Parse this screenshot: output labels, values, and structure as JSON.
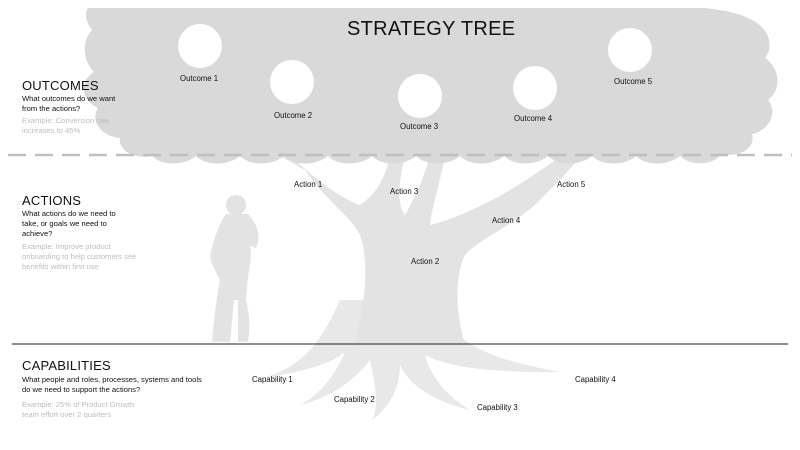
{
  "title": "STRATEGY TREE",
  "sections": {
    "outcomes": {
      "heading": "OUTCOMES",
      "question": "What outcomes do we want from the actions?",
      "example": "Example: Conversion rate increases to 45%"
    },
    "actions": {
      "heading": "ACTIONS",
      "question": "What actions do we need to take, or goals we need to achieve?",
      "example": "Example: Improve product onboarding to help customers see benefits within first use"
    },
    "capabilities": {
      "heading": "CAPABILITIES",
      "question": "What people and roles, processes, systems and tools do we need to support the actions?",
      "example": "Example: 25% of Product Growth team effort over 2 quarters"
    }
  },
  "outcomes": [
    "Outcome 1",
    "Outcome 2",
    "Outcome 3",
    "Outcome 4",
    "Outcome 5"
  ],
  "actions": [
    "Action 1",
    "Action 2",
    "Action 3",
    "Action 4",
    "Action 5"
  ],
  "capabilities": [
    "Capability 1",
    "Capability 2",
    "Capability 3",
    "Capability 4"
  ],
  "colors": {
    "canopy": "#d9d9d9",
    "trunk": "#e3e3e3",
    "roots": "#e8e8e8",
    "person": "#e3e3e3",
    "dashed_line": "#bfbfbf",
    "ground_line": "#222222",
    "example_text": "#bdbdbd"
  }
}
